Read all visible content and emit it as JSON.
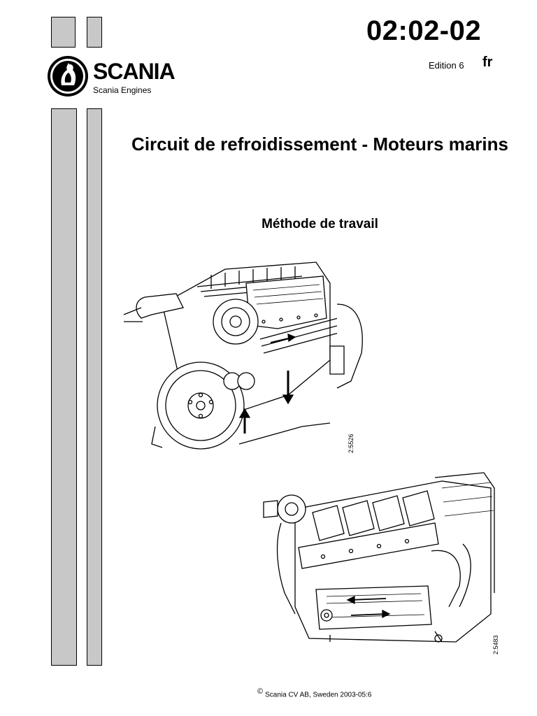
{
  "document": {
    "number": "02:02-02",
    "edition": "Edition 6",
    "language": "fr"
  },
  "brand": {
    "name": "SCANIA",
    "subtitle": "Scania Engines"
  },
  "title": "Circuit de refroidissement - Moteurs marins",
  "subtitle": "Méthode de travail",
  "figures": [
    {
      "code": "2:5526",
      "icon": "marine-engine-illustration"
    },
    {
      "code": "2:5483",
      "icon": "v8-engine-cooling-illustration"
    }
  ],
  "footer": {
    "copyright_symbol": "©",
    "copyright_text": "Scania CV AB, Sweden 2003-05:6"
  }
}
